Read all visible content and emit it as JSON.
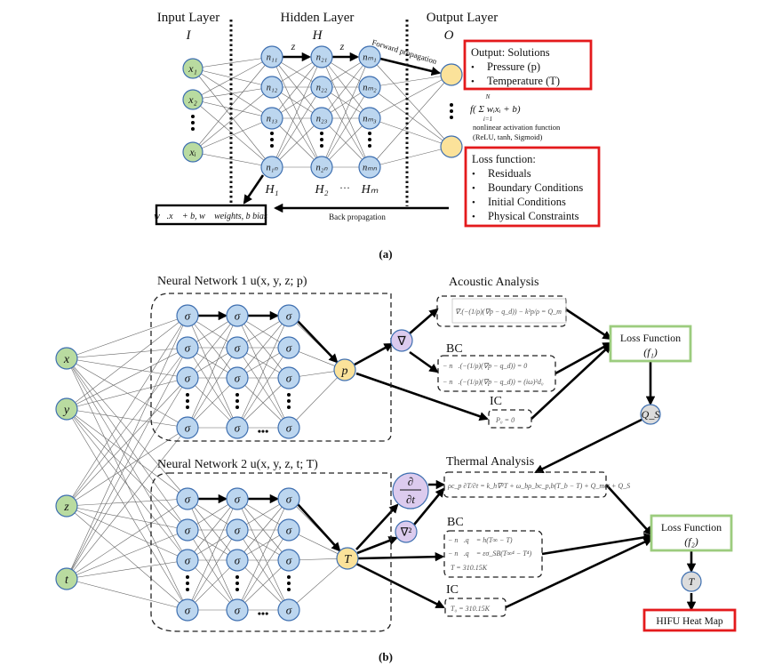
{
  "panel_a": {
    "label": "(a)",
    "input_layer": {
      "title": "Input Layer",
      "symbol": "I",
      "nodes": [
        "x₁",
        "x₂",
        "xᵢ"
      ]
    },
    "hidden_layer": {
      "title": "Hidden Layer",
      "symbol": "H",
      "columns": [
        {
          "nodes": [
            "n₁₁",
            "n₁₂",
            "n₁₃",
            "n₁ₙ"
          ],
          "label": "H₁"
        },
        {
          "nodes": [
            "n₂₁",
            "n₂₂",
            "n₂₃",
            "n₂ₙ"
          ],
          "label": "H₂"
        },
        {
          "nodes": [
            "nₘ₁",
            "nₘ₂",
            "nₘ₃",
            "nₘₙ"
          ],
          "label": "Hₘ"
        }
      ],
      "ellipsis": "···",
      "edge_labels": [
        "z",
        "z"
      ]
    },
    "output_layer": {
      "title": "Output Layer",
      "symbol": "O"
    },
    "forward_label": "Forward propagation",
    "back_label": "Back propagation",
    "weights_box": "w⃗.x⃗ + b, w⃗ weights, b bias",
    "output_box": {
      "title": "Output: Solutions",
      "items": [
        "Pressure (p)",
        "Temperature (T)"
      ]
    },
    "activation": {
      "formula": "f( Σ wᵢxᵢ + b)",
      "sum_top": "N",
      "sum_bottom": "i=1",
      "line1": "nonlinear activation function",
      "line2": "(ReLU, tanh, Sigmoid)"
    },
    "loss_box": {
      "title": "Loss function:",
      "items": [
        "Residuals",
        "Boundary Conditions",
        "Initial Conditions",
        "Physical Constraints"
      ]
    },
    "bullet": "•"
  },
  "panel_b": {
    "label": "(b)",
    "inputs": [
      "x",
      "y",
      "z",
      "t"
    ],
    "sigma": "σ",
    "ellipsis": "•••",
    "nn1": {
      "title": "Neural Network 1 u(x, y, z; p)",
      "output": "p",
      "operator": "∇",
      "acoustic": {
        "title": "Acoustic Analysis",
        "equation": "∇.(−(1/ρ)(∇p − q_d)) − k²p/ρ = Q_m"
      },
      "bc": {
        "title": "BC",
        "equations": [
          "− n⃗.(−(1/ρ)(∇p − q_d)) = 0",
          "− n⃗.(−(1/ρ)(∇p − q_d)) = (iω)²d₀"
        ]
      },
      "ic": {
        "title": "IC",
        "equation": "P₀ = 0"
      },
      "loss": {
        "title": "Loss Function",
        "symbol": "(f₁)"
      },
      "result": "Q_S"
    },
    "nn2": {
      "title": "Neural Network 2 u(x, y, z, t; T)",
      "output": "T",
      "operators": [
        "∂/∂t",
        "∇²"
      ],
      "thermal": {
        "title": "Thermal Analysis",
        "equation": "ρc_p ∂T/∂t = k_h∇²T + ω_bρ_bc_p,b(T_b − T) + Q_met + Q_S"
      },
      "bc": {
        "title": "BC",
        "equations": [
          "− n⃗.q⃗ = h(T∞ − T)",
          "− n⃗.q⃗ = εσ_SB(T∞⁴ − T⁴)",
          "T = 310.15K"
        ]
      },
      "ic": {
        "title": "IC",
        "equation": "T₀ = 310.15K"
      },
      "loss": {
        "title": "Loss Function",
        "symbol": "(f₂)"
      },
      "result": "T",
      "final": "HIFU Heat Map"
    }
  },
  "colors": {
    "hidden_node": "#bcd6ef",
    "input_node": "#b9dba0",
    "output_node": "#fbe29a",
    "operator_node": "#dccbee",
    "grey_node": "#dcdcdc",
    "node_stroke": "#3e6fb0",
    "red_box": "#e41a1c",
    "green_box": "#9ccc7e"
  }
}
